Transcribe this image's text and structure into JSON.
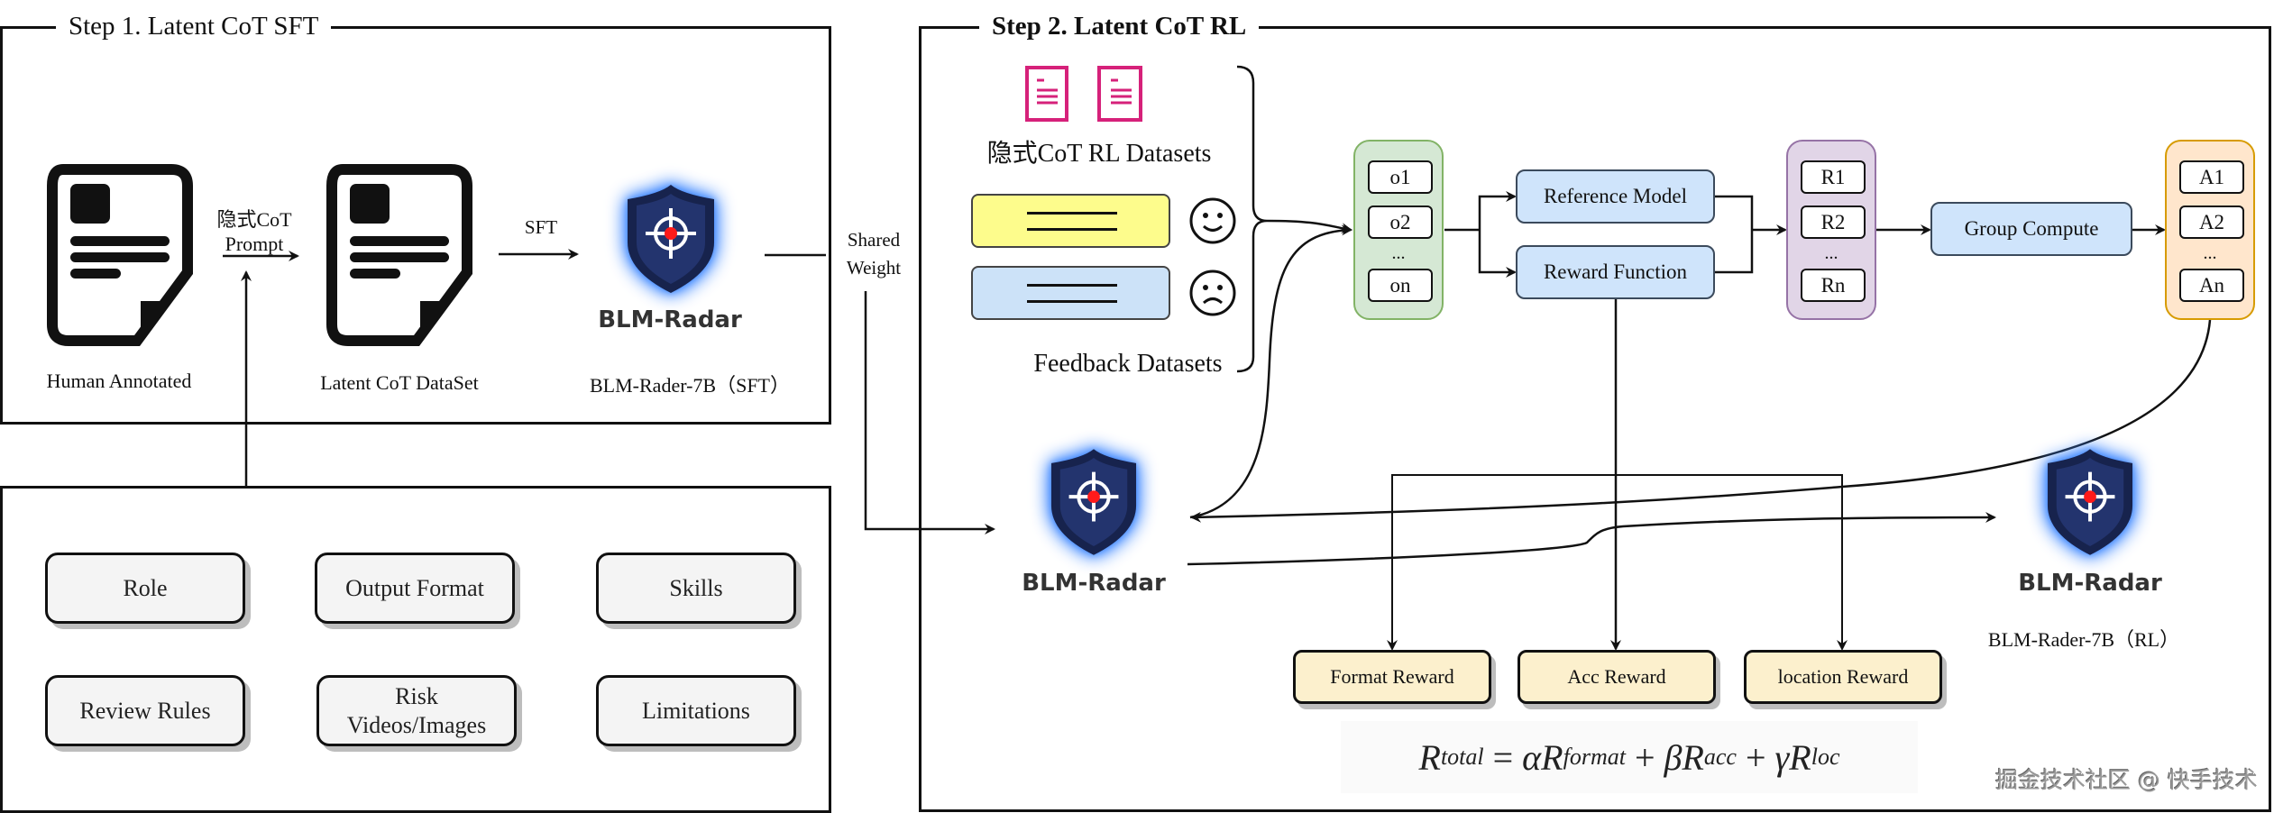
{
  "step1": {
    "title": "Step 1. Latent CoT SFT",
    "human_annotated_label": "Human Annotated",
    "prompt_label_line1": "隐式CoT",
    "prompt_label_line2": "Prompt",
    "latent_dataset_label": "Latent CoT DataSet",
    "sft_arrow_label": "SFT",
    "model_logo_text": "BLM-Radar",
    "model_label": "BLM-Rader-7B（SFT）"
  },
  "prompt_components": [
    {
      "label": "Role"
    },
    {
      "label": "Output Format"
    },
    {
      "label": "Skills"
    },
    {
      "label": "Review Rules"
    },
    {
      "label": "Risk Videos/Images"
    },
    {
      "label": "Limitations"
    }
  ],
  "shared_weight": {
    "line1": "Shared",
    "line2": "Weight"
  },
  "step2": {
    "title": "Step 2. Latent CoT RL",
    "rl_datasets_label": "隐式CoT RL Datasets",
    "feedback_datasets_label": "Feedback Datasets",
    "feedback_icons": [
      "smiley-icon",
      "frowny-icon"
    ],
    "outputs": {
      "items": [
        "o1",
        "o2",
        "...",
        "on"
      ]
    },
    "reference_model_label": "Reference Model",
    "reward_function_label": "Reward Function",
    "rewards": {
      "items": [
        "R1",
        "R2",
        "...",
        "Rn"
      ]
    },
    "group_compute_label": "Group Compute",
    "advantages": {
      "items": [
        "A1",
        "A2",
        "...",
        "An"
      ]
    },
    "policy_logo_text": "BLM-Radar",
    "rl_model_logo_text": "BLM-Radar",
    "rl_model_label": "BLM-Rader-7B（RL）",
    "reward_boxes": [
      {
        "label": "Format Reward"
      },
      {
        "label": "Acc Reward"
      },
      {
        "label": "location Reward"
      }
    ],
    "formula": {
      "lhs": "R",
      "lhs_sub": "total",
      "t1_coef": "α",
      "t1_sub": "format",
      "t2_coef": "β",
      "t2_sub": "acc",
      "t3_coef": "γ",
      "t3_sub": "loc"
    }
  },
  "colors": {
    "outputs_fill": "#d5e8d4",
    "outputs_border": "#82b366",
    "rewards_fill": "#e1d5e7",
    "rewards_border": "#9673a6",
    "advantages_fill": "#ffe6cc",
    "advantages_border": "#d79b00",
    "model_box_fill": "#cfe4fb",
    "reward_box_fill": "#fcf0cd",
    "positive_feedback": "#fdfc8c",
    "negative_feedback": "#cce2f8",
    "dataset_icon": "#d6217a"
  },
  "watermark": "掘金技术社区 @ 快手技术"
}
